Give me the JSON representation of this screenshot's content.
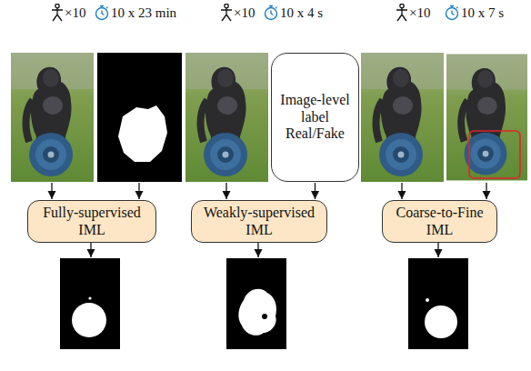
{
  "diagram": {
    "nodes": [
      {
        "text": [
          "Image-level label Real/Fake"
        ]
      },
      {
        "text": [
          "Fully-supervised IML"
        ]
      },
      {
        "text": [
          "Weakly-supervised IML"
        ]
      },
      {
        "text": [
          "Coarse-to-Fine IML"
        ]
      }
    ],
    "edges": [
      {
        "from": 0,
        "to": 2,
        "arrow": "to"
      }
    ],
    "labels": [
      "×10",
      "10 x 23 min",
      "×10",
      "10 x 4 s",
      "×10",
      "10 x 7 s"
    ]
  }
}
